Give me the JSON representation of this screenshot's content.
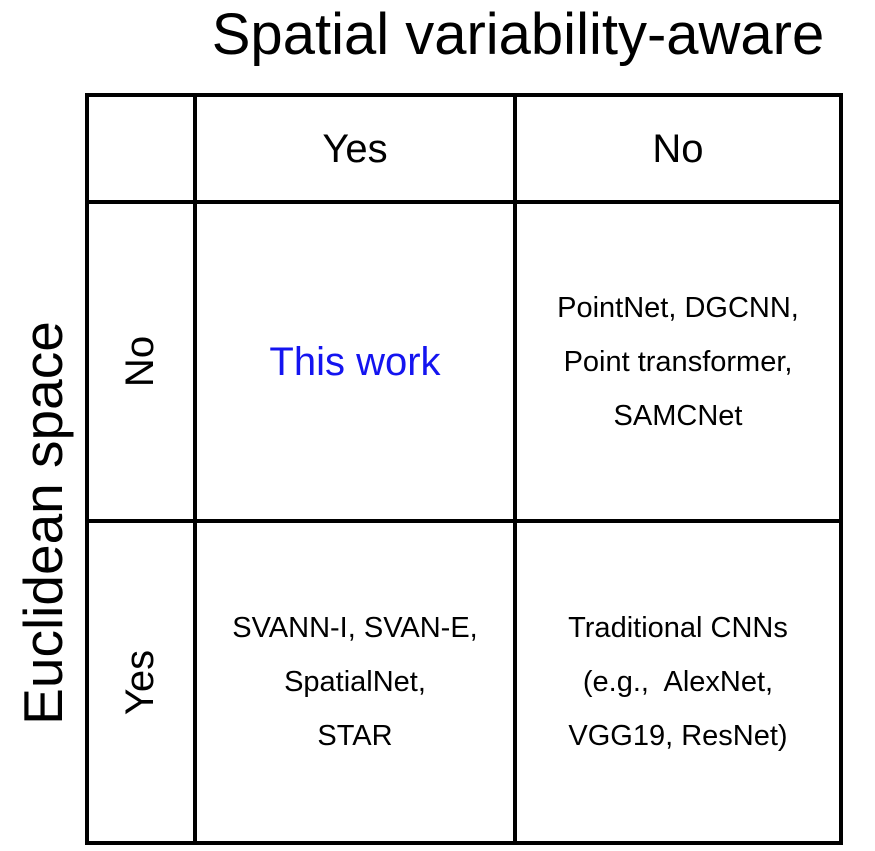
{
  "title": "Spatial variability-aware",
  "y_axis_label": "Euclidean space",
  "matrix": {
    "column_headers": {
      "yes": "Yes",
      "no": "No"
    },
    "row_headers": {
      "no": "No",
      "yes": "Yes"
    },
    "cells": {
      "row_no_col_yes": {
        "text": "This work",
        "color": "#1414F0"
      },
      "row_no_col_no": {
        "line1": "PointNet, DGCNN,",
        "line2": "Point transformer,",
        "line3": "SAMCNet"
      },
      "row_yes_col_yes": {
        "line1": "SVANN-I, SVAN-E,",
        "line2": "SpatialNet,",
        "line3": "STAR"
      },
      "row_yes_col_no": {
        "line1": "Traditional CNNs",
        "line2": "(e.g.,  AlexNet,",
        "line3": "VGG19, ResNet)"
      }
    }
  },
  "colors": {
    "text": "#000000",
    "border": "#000000",
    "background": "#FFFFFF",
    "highlight": "#1414F0"
  }
}
